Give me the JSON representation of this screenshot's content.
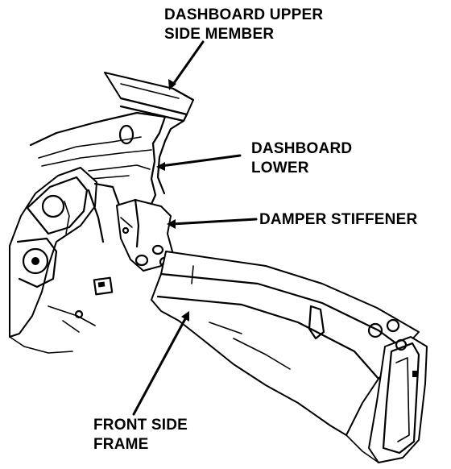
{
  "labels": {
    "dashboard_upper_line1": "DASHBOARD UPPER",
    "dashboard_upper_line2": "SIDE MEMBER",
    "dashboard_lower_line1": "DASHBOARD",
    "dashboard_lower_line2": "LOWER",
    "damper_stiffener": "DAMPER STIFFENER",
    "front_side_line1": "FRONT SIDE",
    "front_side_line2": "FRAME"
  }
}
